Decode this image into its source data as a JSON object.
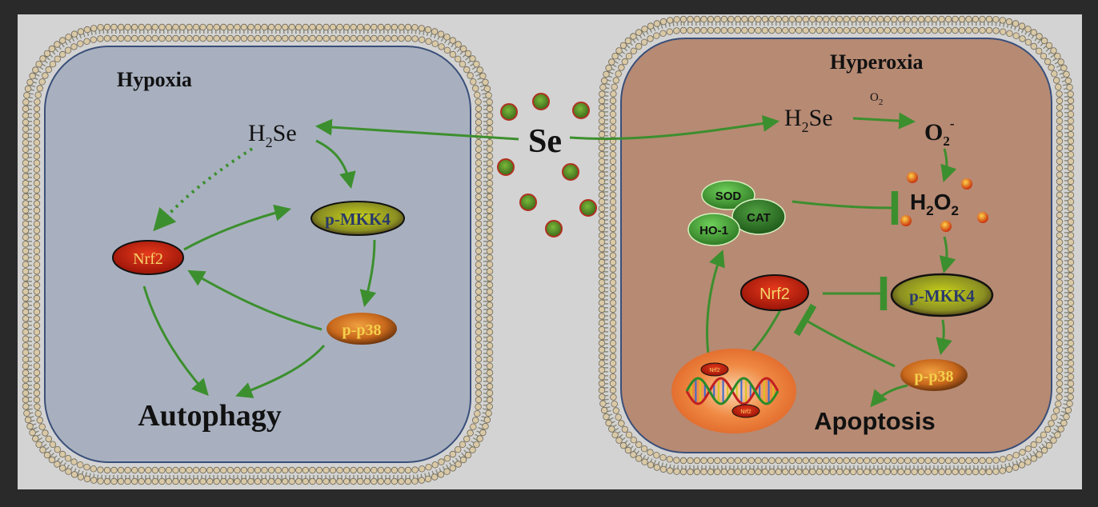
{
  "left_cell": {
    "title": "Hypoxia",
    "h2se": {
      "main": "H",
      "sub": "2",
      "rest": "Se"
    },
    "nrf2": "Nrf2",
    "pmkk4": "p-MKK4",
    "pp38": "p-p38",
    "outcome": "Autophagy"
  },
  "right_cell": {
    "title": "Hyperoxia",
    "h2se": {
      "main": "H",
      "sub": "2",
      "rest": "Se"
    },
    "o2_label": {
      "main": "O",
      "sub": "2"
    },
    "superoxide": {
      "main": "O",
      "sub": "2",
      "sup": "-"
    },
    "h2o2": {
      "h": "H",
      "s1": "2",
      "o": "O",
      "s2": "2"
    },
    "sod": "SOD",
    "cat": "CAT",
    "ho1": "HO-1",
    "nrf2": "Nrf2",
    "pmkk4": "p-MKK4",
    "pp38": "p-p38",
    "nucleus_nrf2_a": "Nrf2",
    "nucleus_nrf2_b": "Nrf2",
    "outcome": "Apoptosis"
  },
  "center": {
    "se": "Se"
  },
  "colors": {
    "background": "#d3d3d3",
    "left_cell_fill": "#a8b0bf",
    "right_cell_fill": "#b78a73",
    "arrow_green": "#3c8f2e",
    "nrf2_red": "#c8200f",
    "membrane_head": "#d9c9a6"
  }
}
